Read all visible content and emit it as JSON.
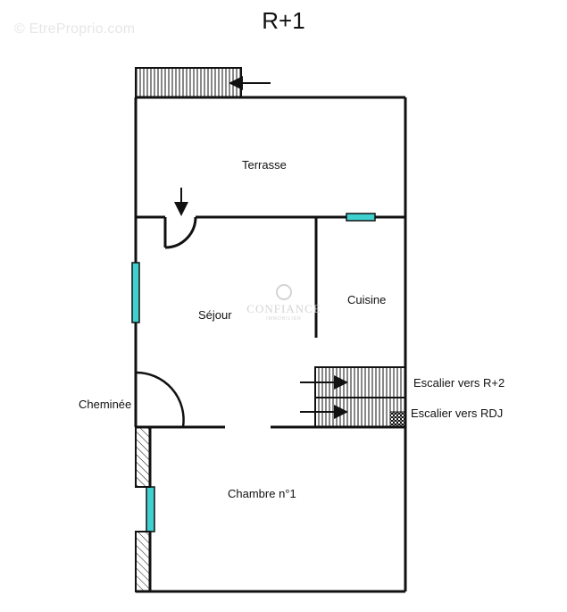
{
  "header": {
    "title": "R+1",
    "watermark": "© EtreProprio.com"
  },
  "logo": {
    "brand": "CONFIANCE",
    "subtitle": "IMMOBILIER"
  },
  "rooms": {
    "terrasse": "Terrasse",
    "sejour": "Séjour",
    "cuisine": "Cuisine",
    "chambre": "Chambre n°1"
  },
  "annotations": {
    "cheminee": "Cheminée",
    "escalier_r2": "Escalier vers R+2",
    "escalier_rdj": "Escalier vers RDJ"
  },
  "colors": {
    "wall": "#111111",
    "window": "#40d0d0",
    "background": "#ffffff"
  }
}
